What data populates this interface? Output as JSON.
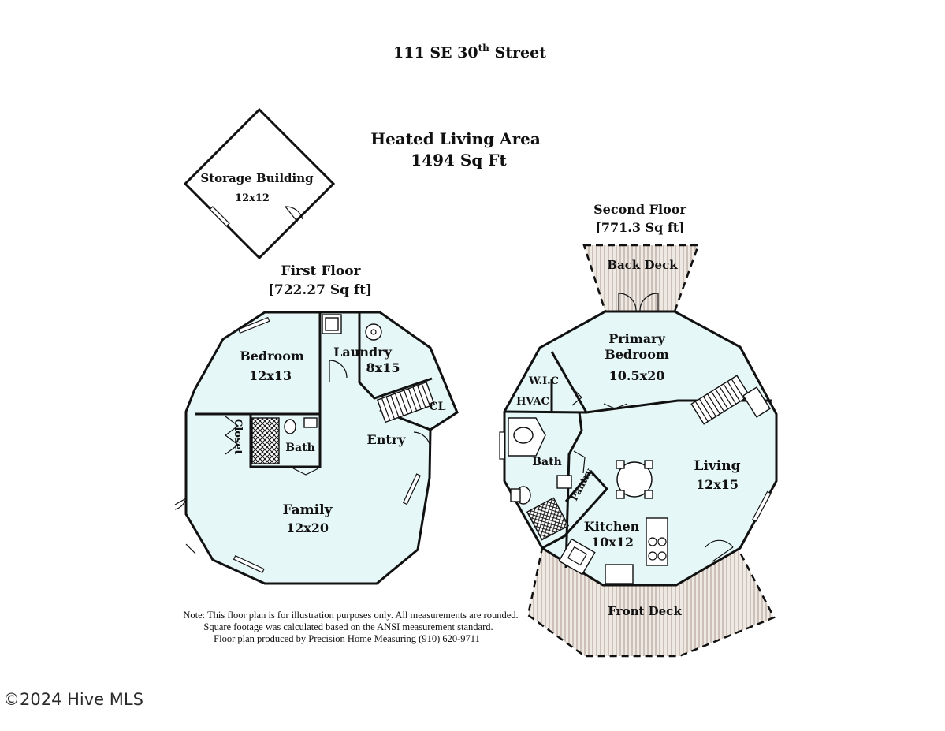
{
  "title": {
    "main": "111 SE 30",
    "sup": "th",
    "rest": " Street"
  },
  "summary": {
    "heading": "Heated Living Area",
    "area": "1494 Sq Ft"
  },
  "storage": {
    "name": "Storage Building",
    "size": "12x12"
  },
  "first_floor": {
    "label": "First Floor",
    "area": "[722.27 Sq ft]",
    "rooms": {
      "bedroom": {
        "name": "Bedroom",
        "size": "12x13"
      },
      "laundry": {
        "name": "Laundry",
        "size": "8x15"
      },
      "closet": "Closet",
      "bath": "Bath",
      "entry": "Entry",
      "cl": "CL",
      "family": {
        "name": "Family",
        "size": "12x20"
      }
    }
  },
  "second_floor": {
    "label": "Second Floor",
    "area": "[771.3 Sq ft]",
    "rooms": {
      "back_deck": "Back Deck",
      "primary_bedroom": {
        "line1": "Primary",
        "line2": "Bedroom",
        "size": "10.5x20"
      },
      "wic": "W.I.C",
      "hvac": "HVAC",
      "bath": "Bath",
      "pantry": "Pantry",
      "living": {
        "name": "Living",
        "size": "12x15"
      },
      "kitchen": {
        "name": "Kitchen",
        "size": "10x12"
      },
      "front_deck": "Front Deck"
    }
  },
  "notes": [
    "Note: This floor plan is for illustration purposes only. All measurements are rounded.",
    "Square footage was calculated based on the ANSI measurement standard.",
    "Floor plan produced by Precision Home Measuring (910) 620-9711"
  ],
  "watermark": "©2024 Hive MLS"
}
